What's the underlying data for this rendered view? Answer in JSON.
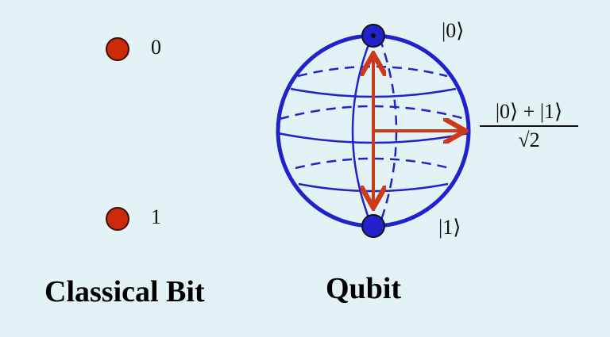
{
  "classical": {
    "states": [
      {
        "label": "0",
        "color": "#cc2a0a"
      },
      {
        "label": "1",
        "color": "#cc2a0a"
      }
    ],
    "title": "Classical Bit"
  },
  "qubit": {
    "title": "Qubit",
    "ket_zero": "|0⟩",
    "ket_one": "|1⟩",
    "superposition_numerator": "|0⟩ + |1⟩",
    "superposition_denominator": "√2",
    "sphere_color": "#2222cc",
    "arrow_color": "#cc3a1a"
  }
}
